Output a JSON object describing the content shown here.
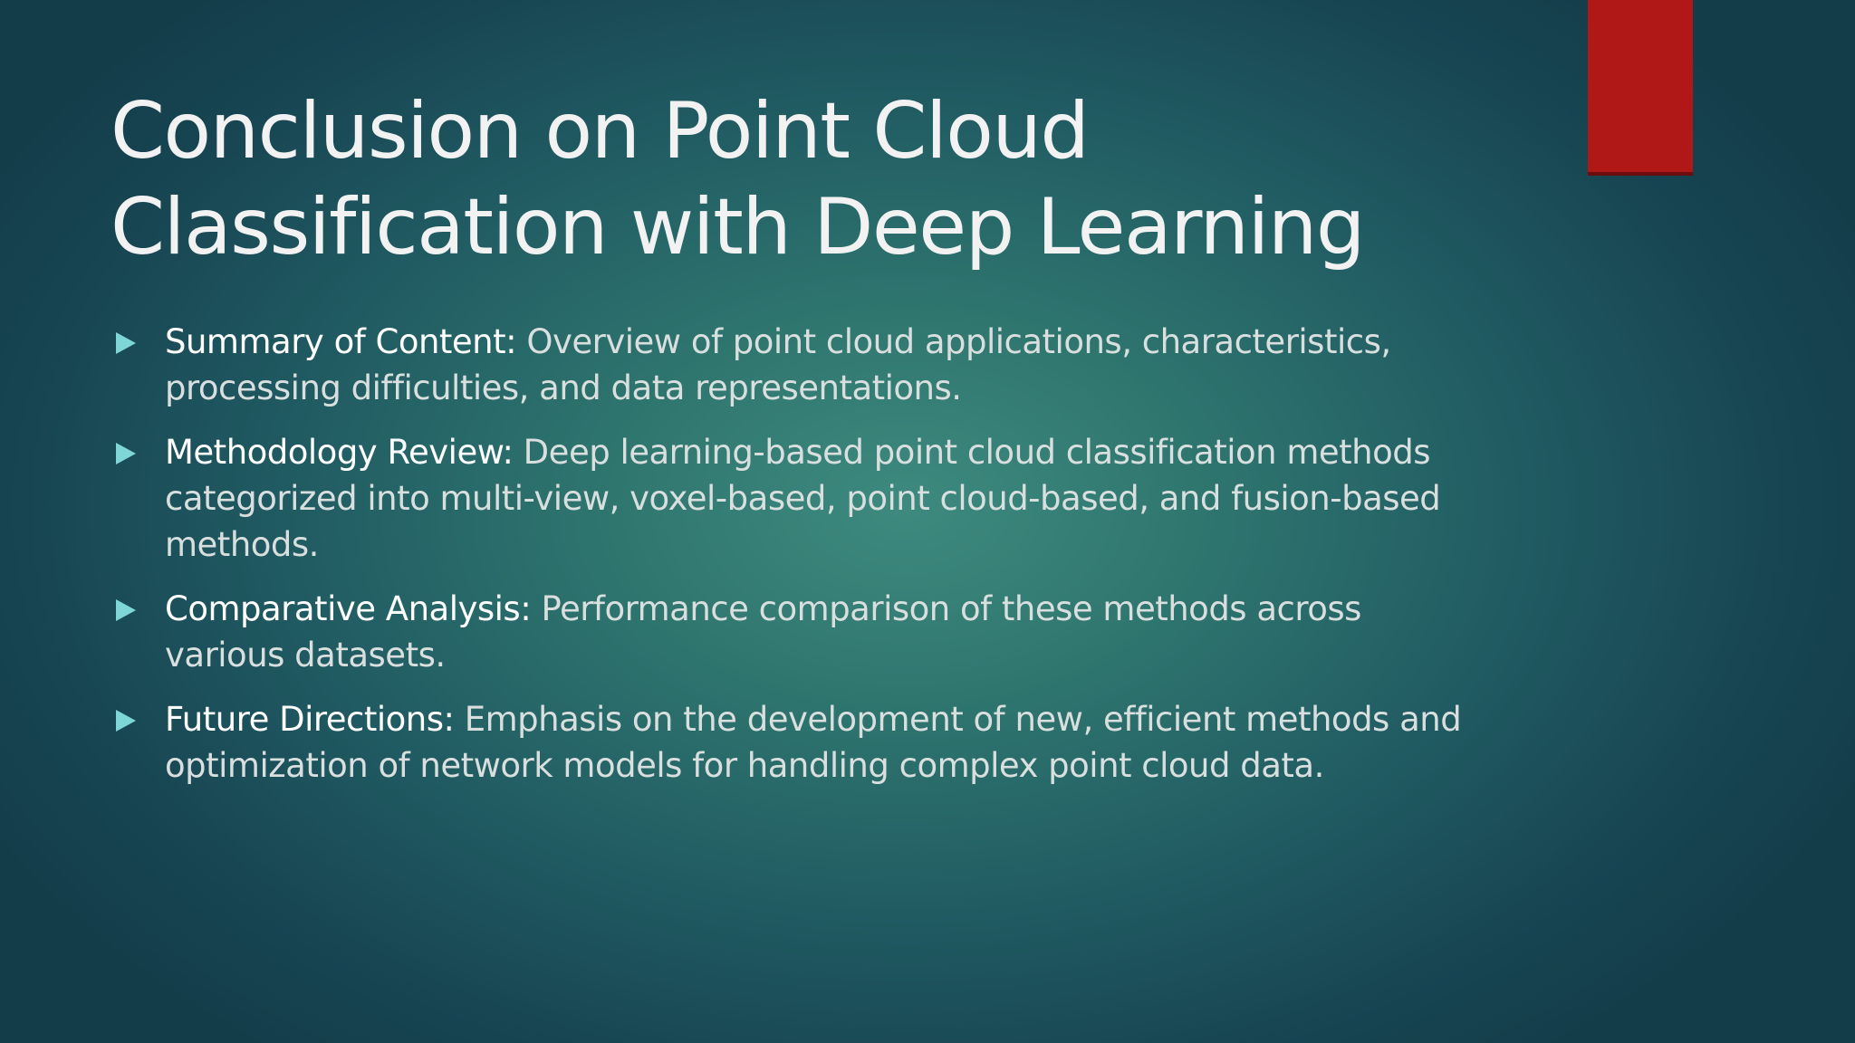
{
  "slide": {
    "title_lines": [
      "Conclusion on Point Cloud",
      "Classification with Deep Learning"
    ],
    "bullets": [
      {
        "label": "Summary of Content:",
        "lines": [
          " Overview of point cloud applications, characteristics,",
          "processing difficulties, and data representations."
        ]
      },
      {
        "label": "Methodology Review:",
        "lines": [
          " Deep learning-based point cloud classification methods",
          "categorized into multi-view, voxel-based, point cloud-based, and fusion-based",
          "methods."
        ]
      },
      {
        "label": "Comparative Analysis:",
        "lines": [
          " Performance comparison of these methods across",
          "various datasets."
        ]
      },
      {
        "label": "Future Directions:",
        "lines": [
          " Emphasis on the development of new, efficient methods and",
          "optimization of network models for handling complex point cloud data."
        ]
      }
    ]
  },
  "colors": {
    "accent_bar": "#b01717",
    "bullet_arrow": "#7fd6d6",
    "title_text": "#f2f2f2",
    "body_text": "#d9dfdf"
  }
}
